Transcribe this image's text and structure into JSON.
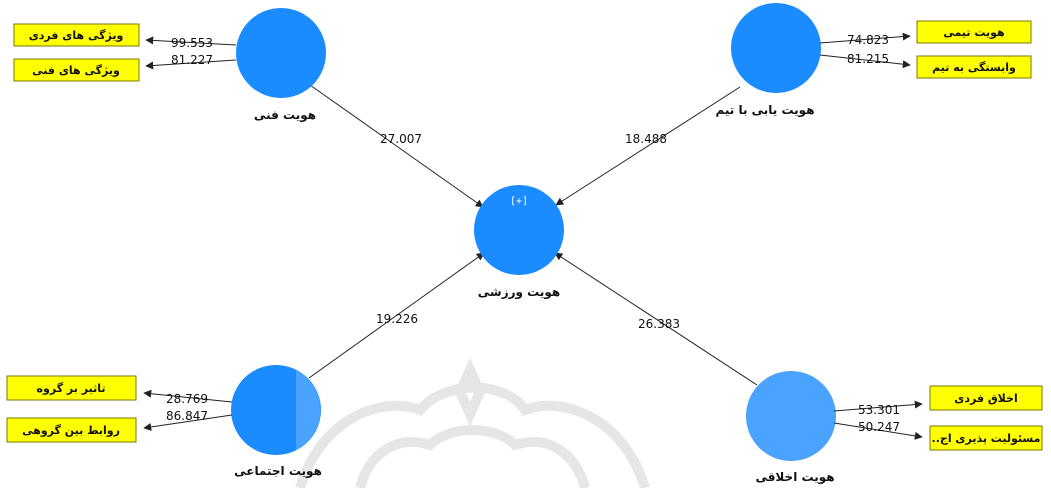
{
  "colors": {
    "construct_fill": "#1a8cff",
    "construct_fill_light": "#4aa3ff",
    "indicator_fill": "#ffff00",
    "indicator_border": "#7a7a00",
    "arrow": "#222222",
    "watermark": "#e9e9e9"
  },
  "central": {
    "label": "هویت ورزشی",
    "expand_icon": "[+]"
  },
  "constructs": [
    {
      "id": "technical",
      "label": "هویت فنی",
      "path_coefficient": "27.007",
      "indicators": [
        {
          "label": "ویژگی های فردی",
          "loading": "99.553"
        },
        {
          "label": "ویژگی های فنی",
          "loading": "81.227"
        }
      ]
    },
    {
      "id": "team",
      "label": "هویت یابی با تیم",
      "path_coefficient": "18.488",
      "indicators": [
        {
          "label": "هویت تیمی",
          "loading": "74.823"
        },
        {
          "label": "وابستگی به تیم",
          "loading": "81.215"
        }
      ]
    },
    {
      "id": "social",
      "label": "هویت اجتماعی",
      "path_coefficient": "19.226",
      "indicators": [
        {
          "label": "تاثیر بر گروه",
          "loading": "28.769"
        },
        {
          "label": "روابط بین گروهی",
          "loading": "86.847"
        }
      ]
    },
    {
      "id": "ethical",
      "label": "هویت اخلاقی",
      "path_coefficient": "26.383",
      "indicators": [
        {
          "label": "اخلاق فردی",
          "loading": "53.301"
        },
        {
          "label": "مسئولیت پذیری اج..",
          "loading": "50.247"
        }
      ]
    }
  ]
}
